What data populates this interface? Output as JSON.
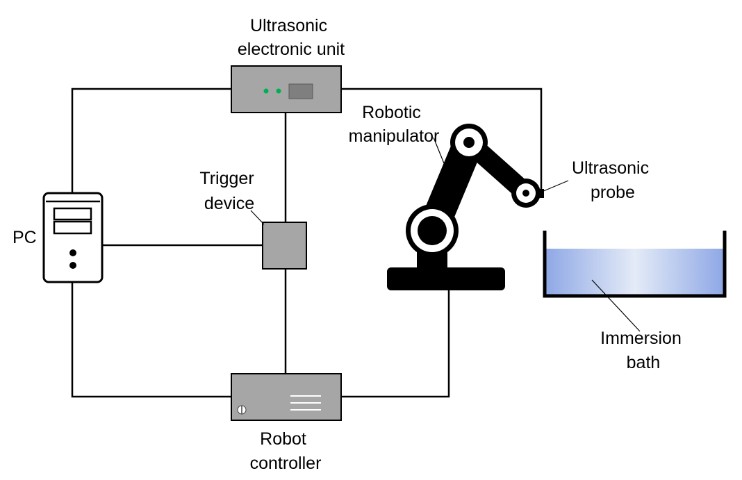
{
  "labels": {
    "ultrasonic_electronic_unit": [
      "Ultrasonic",
      "electronic unit"
    ],
    "robotic_manipulator": [
      "Robotic",
      "manipulator"
    ],
    "ultrasonic_probe": [
      "Ultrasonic",
      "probe"
    ],
    "trigger_device": [
      "Trigger",
      "device"
    ],
    "pc": "PC",
    "immersion_bath": [
      "Immersion",
      "bath"
    ],
    "robot_controller": [
      "Robot",
      "controller"
    ]
  },
  "colors": {
    "device_fill": "#a6a6a6",
    "line": "#000000",
    "led": "#00b050",
    "water_edge": "#8fa8e6",
    "water_center": "#e4ebf7"
  }
}
